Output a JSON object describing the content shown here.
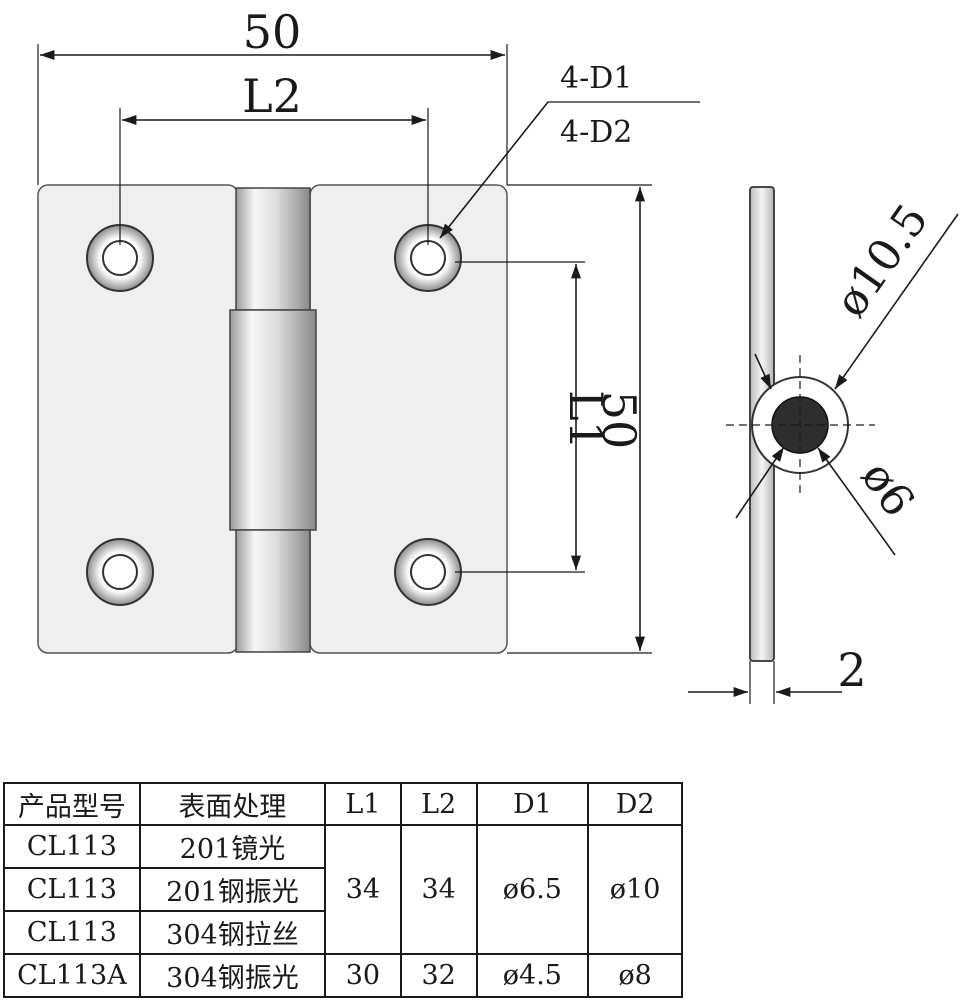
{
  "drawing": {
    "front_width": "50",
    "l2": "L2",
    "d1_label": "4-D1",
    "d2_label": "4-D2",
    "l1": "L1",
    "front_height": "50",
    "pin_outer_dia": "ø10.5",
    "pin_dia": "ø6",
    "thickness": "2"
  },
  "table": {
    "headers": [
      "产品型号",
      "表面处理",
      "L1",
      "L2",
      "D1",
      "D2"
    ],
    "rows": [
      {
        "model": "CL113",
        "finish": "201镜光"
      },
      {
        "model": "CL113",
        "finish": "201钢振光"
      },
      {
        "model": "CL113",
        "finish": "304钢拉丝"
      },
      {
        "model": "CL113A",
        "finish": "304钢振光"
      }
    ],
    "group_a": {
      "l1": "34",
      "l2": "34",
      "d1": "ø6.5",
      "d2": "ø10"
    },
    "group_b": {
      "l1": "30",
      "l2": "32",
      "d1": "ø4.5",
      "d2": "ø8"
    }
  },
  "colors": {
    "line": "#1a1a1a",
    "plate": "#efefef",
    "pin": "#2e2e2e"
  }
}
